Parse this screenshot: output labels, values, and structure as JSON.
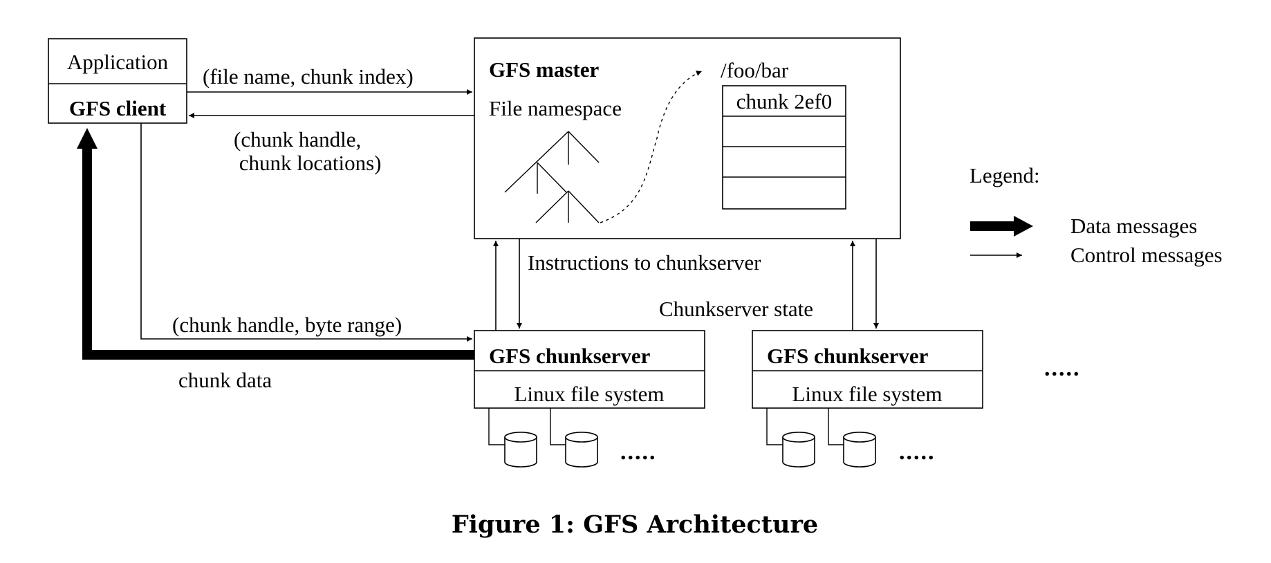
{
  "client": {
    "application": "Application",
    "gfs_client": "GFS client"
  },
  "master": {
    "title": "GFS master",
    "namespace": "File namespace",
    "path": "/foo/bar",
    "chunk": "chunk 2ef0"
  },
  "messages": {
    "request": "(file name, chunk index)",
    "reply_line1": "(chunk handle,",
    "reply_line2": " chunk locations)",
    "data_request": "(chunk handle, byte range)",
    "chunk_data": "chunk data",
    "instructions": "Instructions to chunkserver",
    "state": "Chunkserver state"
  },
  "chunkservers": [
    {
      "title": "GFS chunkserver",
      "fs": "Linux file system"
    },
    {
      "title": "GFS chunkserver",
      "fs": "Linux file system"
    }
  ],
  "ellipsis": ".....",
  "legend": {
    "title": "Legend:",
    "data": "Data messages",
    "control": "Control messages"
  },
  "caption": "Figure 1: GFS Architecture"
}
